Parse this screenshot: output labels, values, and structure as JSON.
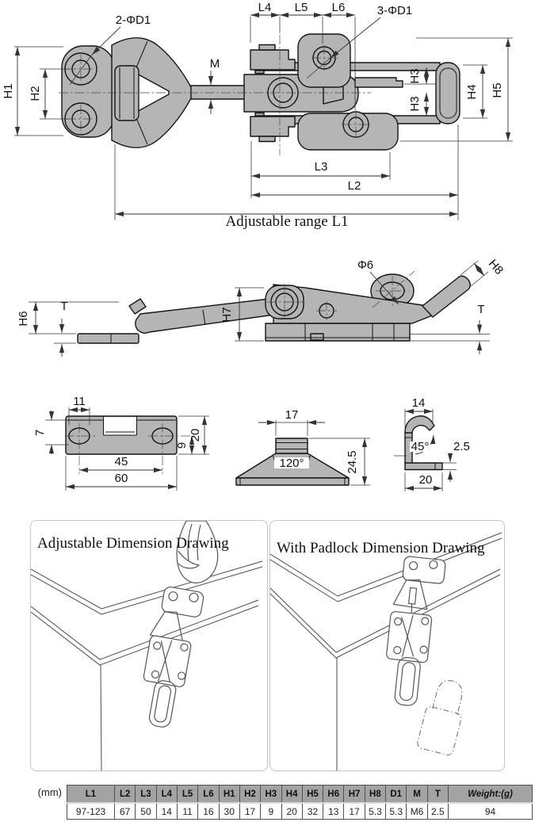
{
  "top_view": {
    "callout_left_holes": "2-ΦD1",
    "callout_right_holes": "3-ΦD1",
    "l4": "L4",
    "l5": "L5",
    "l6": "L6",
    "h1": "H1",
    "h2": "H2",
    "m": "M",
    "h3_upper": "H3",
    "h3_lower": "H3",
    "h4": "H4",
    "h5": "H5",
    "l3": "L3",
    "l2": "L2",
    "l1": "Adjustable range L1"
  },
  "side_view": {
    "h6": "H6",
    "t_left": "T",
    "h7": "H7",
    "phi6": "Φ6",
    "h8": "H8",
    "t_right": "T"
  },
  "detail_views": {
    "mount_plate": {
      "slot_length": "11",
      "edge_offset": "7",
      "hole_spacing": "45",
      "width": "60",
      "slot_offset": "9",
      "height": "20"
    },
    "catch_plate": {
      "top_width": "17",
      "angle": "120°",
      "height": "24.5"
    },
    "hook": {
      "width": "14",
      "angle": "45°",
      "thickness": "2.5",
      "base_width": "20"
    }
  },
  "panels": [
    {
      "title": "Adjustable Dimension Drawing"
    },
    {
      "title": "With Padlock Dimension Drawing"
    }
  ],
  "spec_table": {
    "unit_label": "(mm)",
    "headers": [
      "L1",
      "L2",
      "L3",
      "L4",
      "L5",
      "L6",
      "H1",
      "H2",
      "H3",
      "H4",
      "H5",
      "H6",
      "H7",
      "H8",
      "D1",
      "M",
      "T",
      "Weight:(g)"
    ],
    "values": [
      "97-123",
      "67",
      "50",
      "14",
      "11",
      "16",
      "30",
      "17",
      "9",
      "20",
      "32",
      "13",
      "17",
      "5.3",
      "5.3",
      "M6",
      "2.5",
      "94"
    ]
  },
  "colors": {
    "part_fill": "#b5b5b5",
    "outline": "#141414",
    "dim_lines": "#333333",
    "table_header_bg": "#a3a3a3",
    "table_divider": "#c9e2dc",
    "panel_border": "#c4c4c4"
  }
}
